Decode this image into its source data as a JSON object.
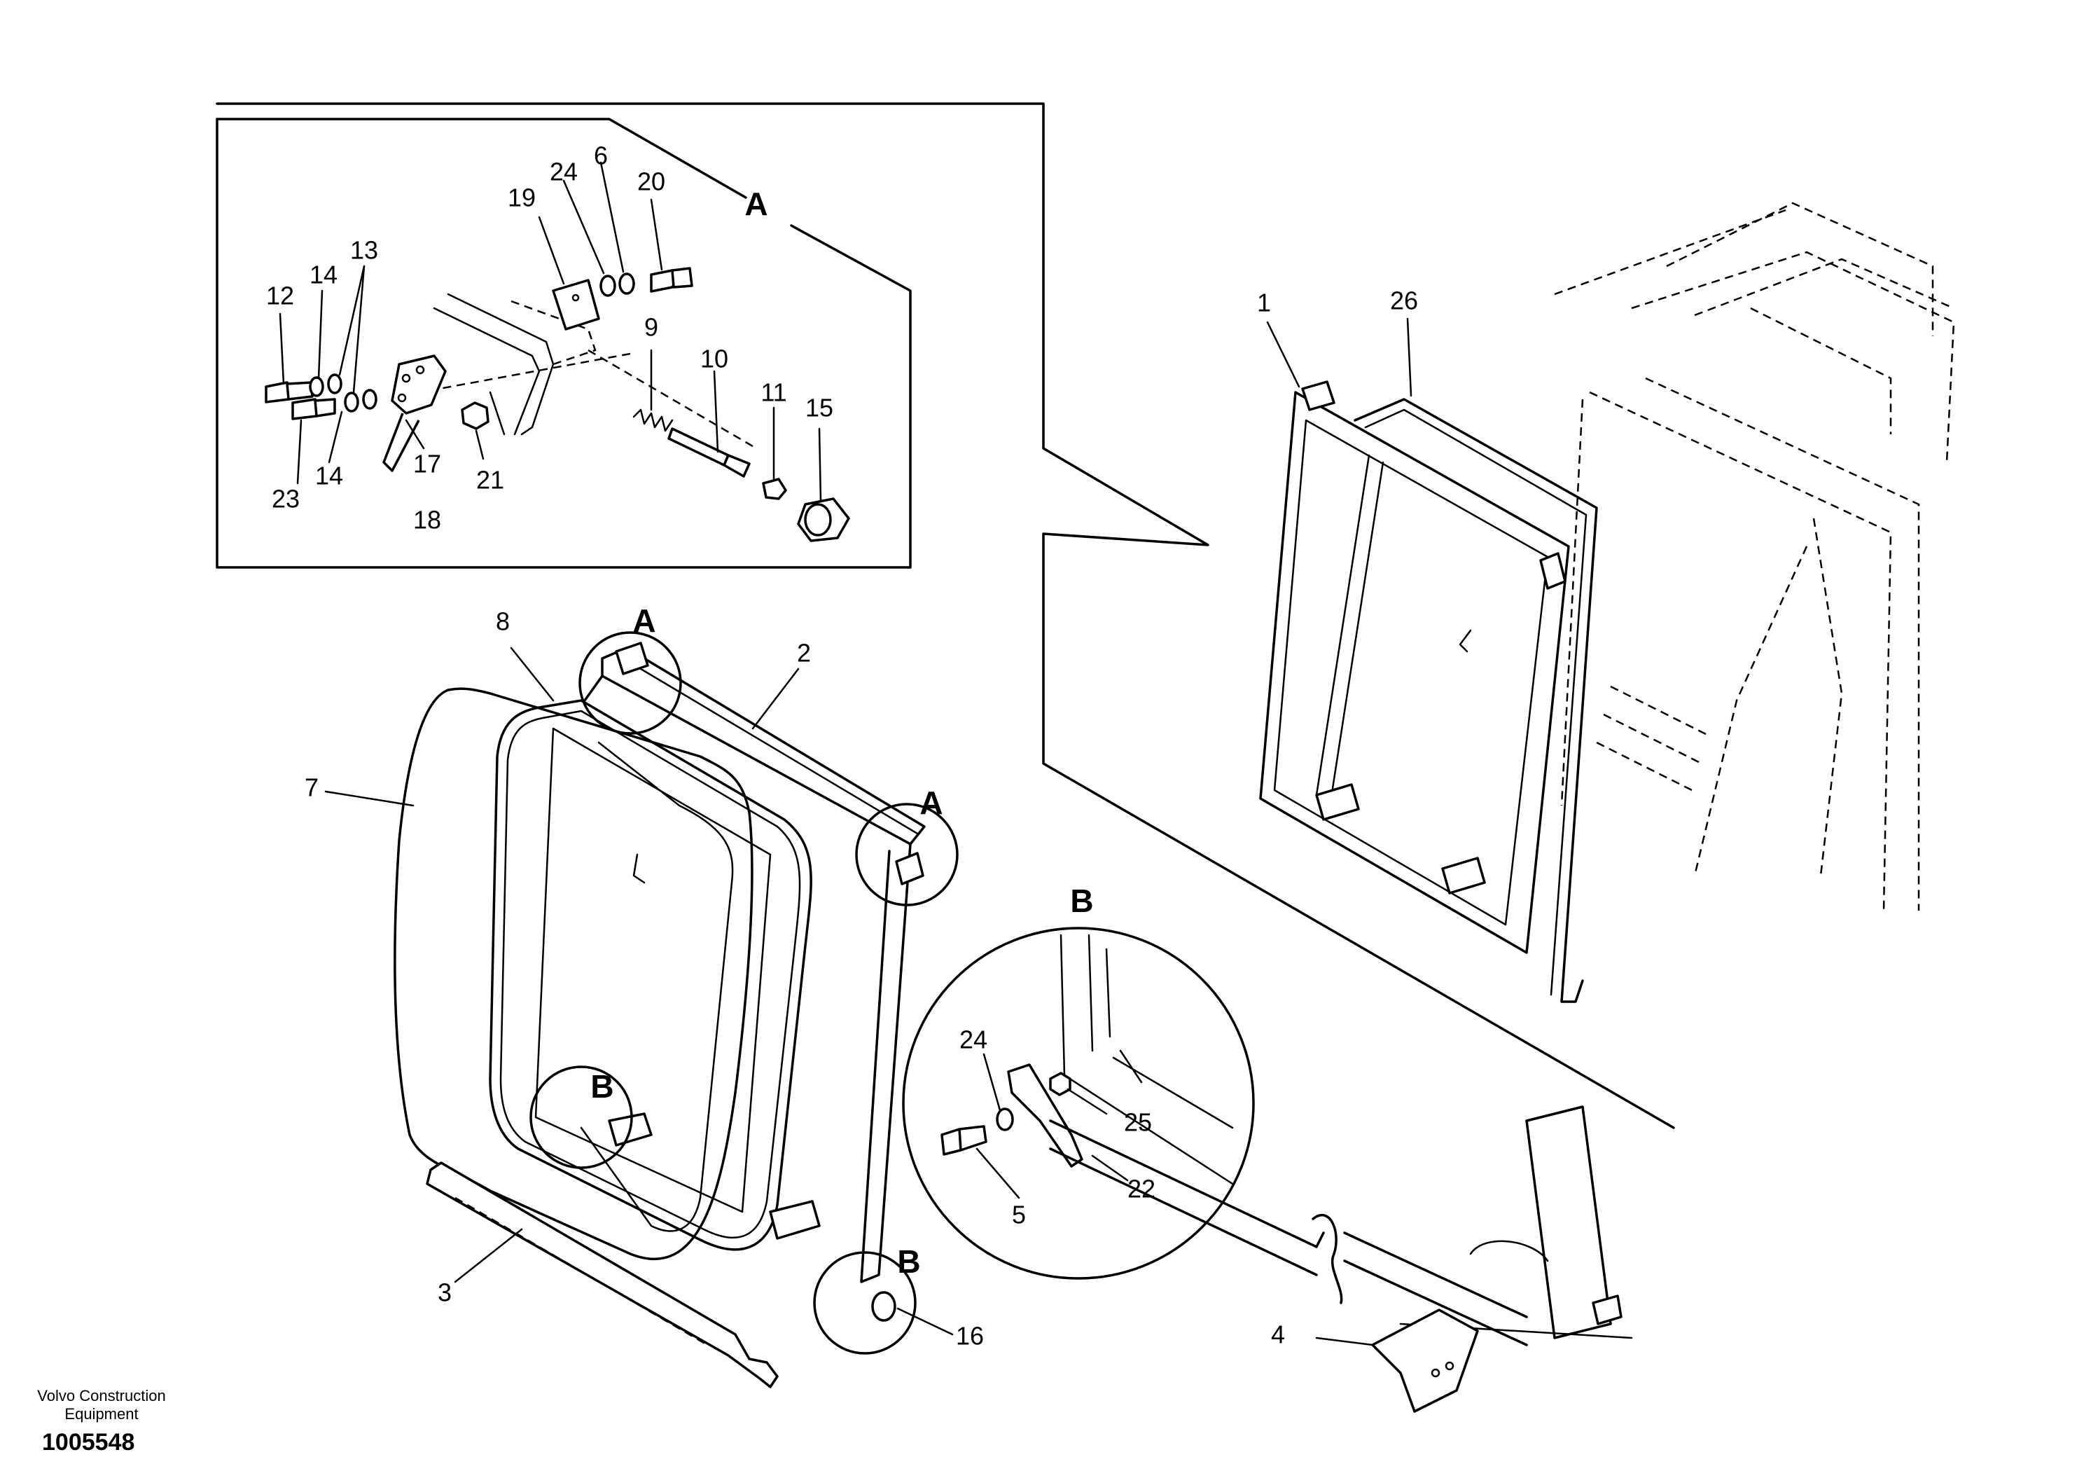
{
  "publisher": {
    "line1": "Volvo Construction",
    "line2": "Equipment"
  },
  "doc_number": "1005548",
  "detail_labels": {
    "detail_a": "A",
    "detail_b": "B"
  },
  "part_numbers": {
    "p1": "1",
    "p2": "2",
    "p3": "3",
    "p4": "4",
    "p5": "5",
    "p6": "6",
    "p7": "7",
    "p8": "8",
    "p9": "9",
    "p10": "10",
    "p11": "11",
    "p12": "12",
    "p13": "13",
    "p14": "14",
    "p15": "15",
    "p16": "16",
    "p17": "17",
    "p18": "18",
    "p19": "19",
    "p20": "20",
    "p21": "21",
    "p22": "22",
    "p23": "23",
    "p24": "24",
    "p25": "25",
    "p26": "26"
  },
  "colors": {
    "line": "#000000",
    "background": "#ffffff"
  }
}
